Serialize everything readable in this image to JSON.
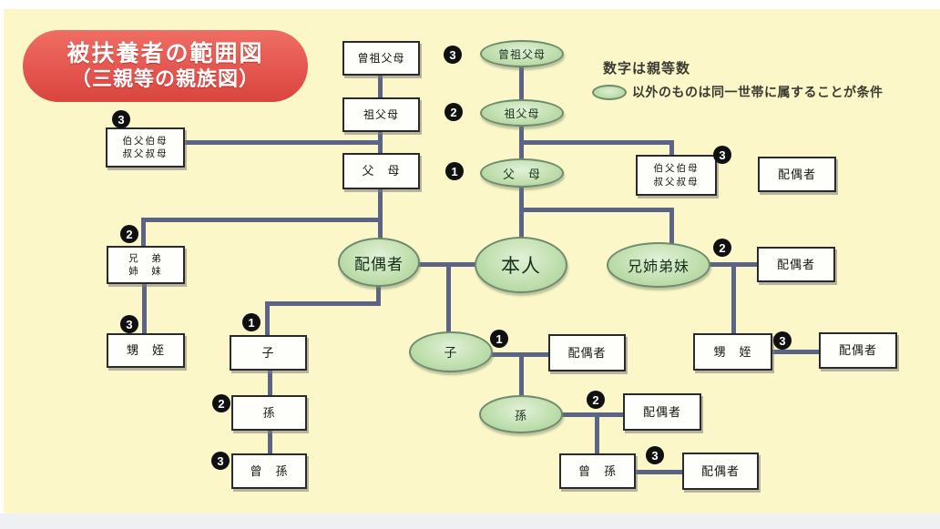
{
  "title": {
    "line1": "被扶養者の範囲図",
    "line2": "（三親等の親族図）"
  },
  "legend": {
    "line1": "数字は親等数",
    "line2": "以外のものは同一世帯に属することが条件"
  },
  "labels": {
    "great_grandparents": "曾祖父母",
    "grandparents": "祖父母",
    "parents": "父　母",
    "uncles_aunts": "伯父伯母\n叔父叔母",
    "siblings_two_line": "兄　弟\n姉　妹",
    "siblings": "兄姉弟妹",
    "nephews_nieces": "甥　姪",
    "self": "本人",
    "spouse": "配偶者",
    "child": "子",
    "grandchild": "孫",
    "great_grandchild": "曾　孫"
  },
  "badges": {
    "one": "1",
    "two": "2",
    "three": "3"
  },
  "colors": {
    "panel_background": "#fbf7c8",
    "title_red": "#e2504a",
    "ellipse_green": "#c4e1b3",
    "connector_blue_gray": "#5b6486",
    "badge_black": "#101010",
    "box_white": "#fefefa"
  }
}
